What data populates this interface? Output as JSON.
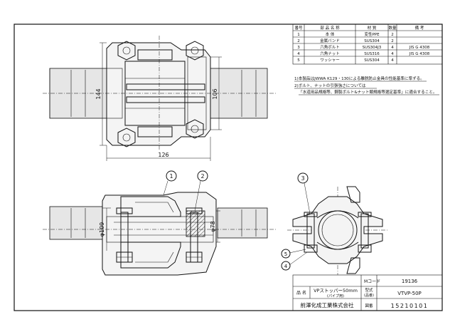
{
  "parts_table": {
    "headers": [
      "番号",
      "部 品 名 称",
      "材 質",
      "数量",
      "備 考"
    ],
    "rows": [
      [
        "1",
        "本 体",
        "変性PPE",
        "2",
        ""
      ],
      [
        "2",
        "金属バンド",
        "SUS304",
        "2",
        ""
      ],
      [
        "3",
        "六角ボルト",
        "SUS304J3",
        "4",
        "JIS G 4308"
      ],
      [
        "4",
        "六角ナット",
        "SUS316",
        "4",
        "JIS G 4308"
      ],
      [
        "5",
        "ワッシャー",
        "SUS304",
        "4",
        ""
      ]
    ]
  },
  "notes": [
    "1)本製品はJWWA K129・130による離脱防止金具の性能基準に準ずる。",
    "2)ボルト、ナットの引張強さについては",
    "「水道用品規格等、鋼製ボルト&ナット類規格等選定基準」に適合すること。"
  ],
  "dimensions": {
    "height_top": "144",
    "height_inner": "106",
    "width_top": "126",
    "dia_left": "φ109",
    "dia_right": "φ78"
  },
  "balloons": [
    "1",
    "2",
    "3",
    "5",
    "4"
  ],
  "title_block": {
    "mcode_label": "Mコード",
    "mcode_value": "19136",
    "name_label": "品 名",
    "name_value": "VPストッパー50mm",
    "name_sub": "(パイプ用)",
    "model_label": "型式",
    "model_sub": "(品番)",
    "model_value": "VTVP-50P",
    "company": "前澤化成工業株式会社",
    "drawing_label": "図番",
    "drawing_value": "15210101"
  }
}
